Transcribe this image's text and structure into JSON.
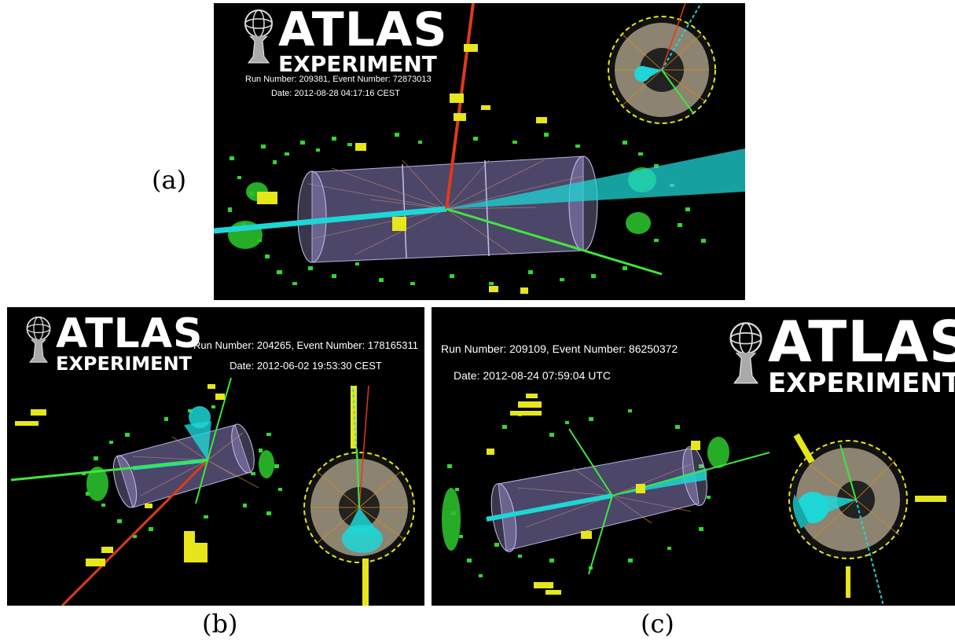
{
  "figure": {
    "panel_a": {
      "label": "(a)",
      "logo": {
        "title": "ATLAS",
        "subtitle": "EXPERIMENT"
      },
      "run_line": "Run Number: 209381, Event Number: 72873013",
      "date_line": "Date: 2012-08-28 04:17:16 CEST"
    },
    "panel_b": {
      "label": "(b)",
      "logo": {
        "title": "ATLAS",
        "subtitle": "EXPERIMENT"
      },
      "run_line": "Run Number: 204265, Event Number: 178165311",
      "date_line": "Date: 2012-06-02 19:53:30 CEST"
    },
    "panel_c": {
      "label": "(c)",
      "logo": {
        "title": "ATLAS",
        "subtitle": "EXPERIMENT"
      },
      "run_line": "Run Number: 209109, Event Number: 86250372",
      "date_line": "Date: 2012-08-24 07:59:04 UTC"
    }
  },
  "colors": {
    "background": "#000000",
    "detector": "#8a7fc0",
    "jet_cone": "#1fd6d6",
    "muon_track": "#e03a1a",
    "electron_track": "#3ce83c",
    "calorimeter_hits": "#e6e61a",
    "inner_tracks": "#e08a14"
  },
  "icons": [
    "atlas-figure-icon"
  ]
}
